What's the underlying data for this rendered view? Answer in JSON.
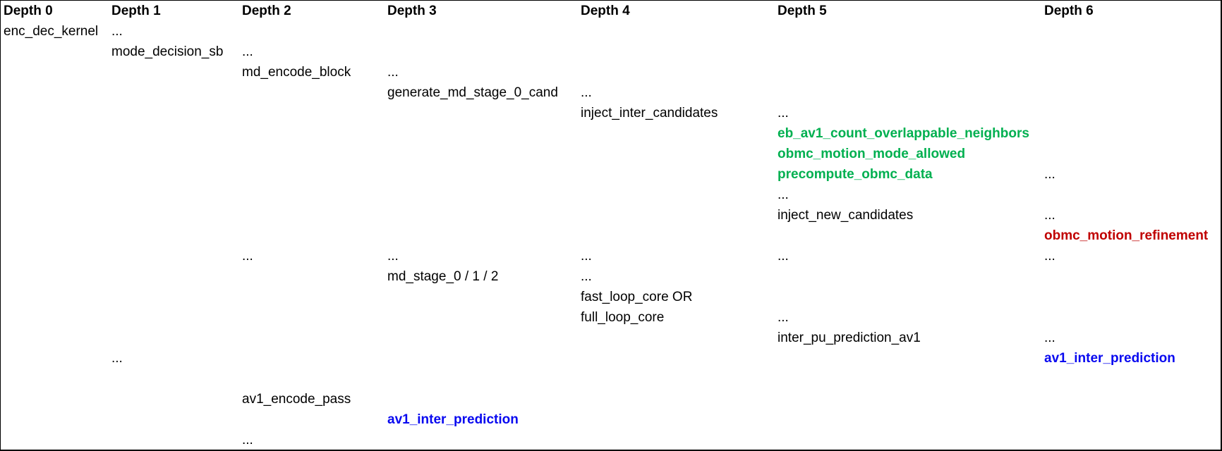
{
  "page": {
    "background": "#ffffff",
    "border_color": "#000000"
  },
  "colors": {
    "header": "#000000",
    "plain": "#000000",
    "green": "#00b050",
    "red": "#c00000",
    "blue": "#0808f0"
  },
  "columns": {
    "headers": [
      "Depth 0",
      "Depth 1",
      "Depth 2",
      "Depth 3",
      "Depth 4",
      "Depth 5",
      "Depth 6"
    ]
  },
  "rows": [
    {
      "cells": [
        {
          "depth": 0,
          "text": "enc_dec_kernel",
          "style": "plain"
        },
        {
          "depth": 1,
          "text": "...",
          "style": "plain"
        }
      ]
    },
    {
      "cells": [
        {
          "depth": 1,
          "text": "mode_decision_sb",
          "style": "plain"
        },
        {
          "depth": 2,
          "text": "...",
          "style": "plain"
        }
      ]
    },
    {
      "cells": [
        {
          "depth": 2,
          "text": "md_encode_block",
          "style": "plain"
        },
        {
          "depth": 3,
          "text": "...",
          "style": "plain"
        }
      ]
    },
    {
      "cells": [
        {
          "depth": 3,
          "text": "generate_md_stage_0_cand",
          "style": "plain"
        },
        {
          "depth": 4,
          "text": "...",
          "style": "plain"
        }
      ]
    },
    {
      "cells": [
        {
          "depth": 4,
          "text": "inject_inter_candidates",
          "style": "plain"
        },
        {
          "depth": 5,
          "text": "...",
          "style": "plain"
        }
      ]
    },
    {
      "cells": [
        {
          "depth": 5,
          "text": "eb_av1_count_overlappable_neighbors",
          "style": "green"
        }
      ]
    },
    {
      "cells": [
        {
          "depth": 5,
          "text": "obmc_motion_mode_allowed",
          "style": "green"
        }
      ]
    },
    {
      "cells": [
        {
          "depth": 5,
          "text": "precompute_obmc_data",
          "style": "green"
        },
        {
          "depth": 6,
          "text": "...",
          "style": "plain"
        }
      ]
    },
    {
      "cells": [
        {
          "depth": 5,
          "text": "...",
          "style": "plain"
        }
      ]
    },
    {
      "cells": [
        {
          "depth": 5,
          "text": "inject_new_candidates",
          "style": "plain"
        },
        {
          "depth": 6,
          "text": "...",
          "style": "plain"
        }
      ]
    },
    {
      "cells": [
        {
          "depth": 6,
          "text": "obmc_motion_refinement",
          "style": "red"
        }
      ]
    },
    {
      "cells": [
        {
          "depth": 2,
          "text": "...",
          "style": "plain"
        },
        {
          "depth": 3,
          "text": "...",
          "style": "plain"
        },
        {
          "depth": 4,
          "text": "...",
          "style": "plain"
        },
        {
          "depth": 5,
          "text": "...",
          "style": "plain"
        },
        {
          "depth": 6,
          "text": "...",
          "style": "plain"
        }
      ]
    },
    {
      "cells": [
        {
          "depth": 3,
          "text": "md_stage_0 / 1 / 2",
          "style": "plain"
        },
        {
          "depth": 4,
          "text": "...",
          "style": "plain"
        }
      ]
    },
    {
      "cells": [
        {
          "depth": 4,
          "text": "fast_loop_core OR",
          "style": "plain"
        }
      ]
    },
    {
      "cells": [
        {
          "depth": 4,
          "text": "full_loop_core",
          "style": "plain"
        },
        {
          "depth": 5,
          "text": "...",
          "style": "plain"
        }
      ]
    },
    {
      "cells": [
        {
          "depth": 5,
          "text": "inter_pu_prediction_av1",
          "style": "plain"
        },
        {
          "depth": 6,
          "text": "...",
          "style": "plain"
        }
      ]
    },
    {
      "cells": [
        {
          "depth": 1,
          "text": "...",
          "style": "plain"
        },
        {
          "depth": 6,
          "text": "av1_inter_prediction",
          "style": "blue"
        }
      ]
    },
    {
      "cells": []
    },
    {
      "cells": [
        {
          "depth": 2,
          "text": "av1_encode_pass",
          "style": "plain"
        }
      ]
    },
    {
      "cells": [
        {
          "depth": 3,
          "text": "av1_inter_prediction",
          "style": "blue"
        }
      ]
    },
    {
      "cells": [
        {
          "depth": 2,
          "text": "...",
          "style": "plain"
        }
      ]
    }
  ]
}
